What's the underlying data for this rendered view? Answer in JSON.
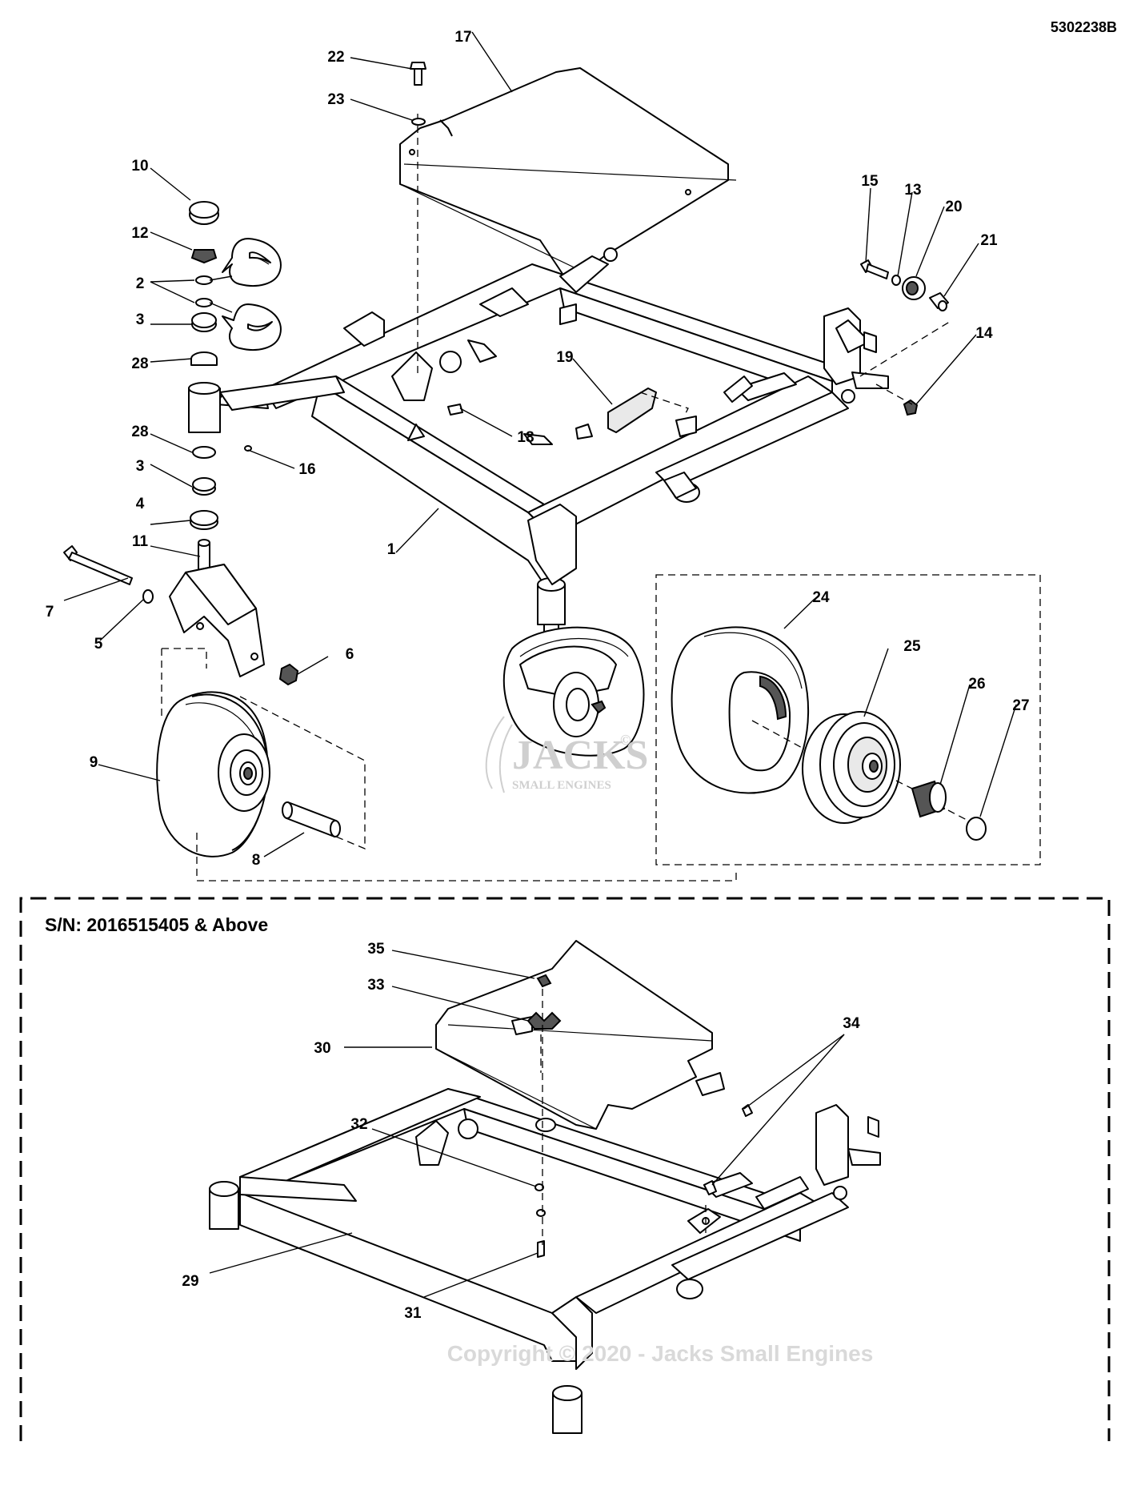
{
  "document_number": "5302238B",
  "variant_label": "S/N: 2016515405 & Above",
  "watermark": {
    "brand": "JACKS",
    "sub": "SMALL ENGINES",
    "mark": "©"
  },
  "copyright": "Copyright © 2020 - Jacks Small Engines",
  "callouts": {
    "c1": "1",
    "c2": "2",
    "c3a": "3",
    "c3b": "3",
    "c4": "4",
    "c5": "5",
    "c6": "6",
    "c7": "7",
    "c8": "8",
    "c9": "9",
    "c10": "10",
    "c11": "11",
    "c12": "12",
    "c13": "13",
    "c14": "14",
    "c15": "15",
    "c16": "16",
    "c17": "17",
    "c18": "18",
    "c19": "19",
    "c20": "20",
    "c21": "21",
    "c22": "22",
    "c23": "23",
    "c24": "24",
    "c25": "25",
    "c26": "26",
    "c27": "27",
    "c28a": "28",
    "c28b": "28",
    "c29": "29",
    "c30": "30",
    "c31": "31",
    "c32": "32",
    "c33": "33",
    "c34": "34",
    "c35": "35"
  }
}
